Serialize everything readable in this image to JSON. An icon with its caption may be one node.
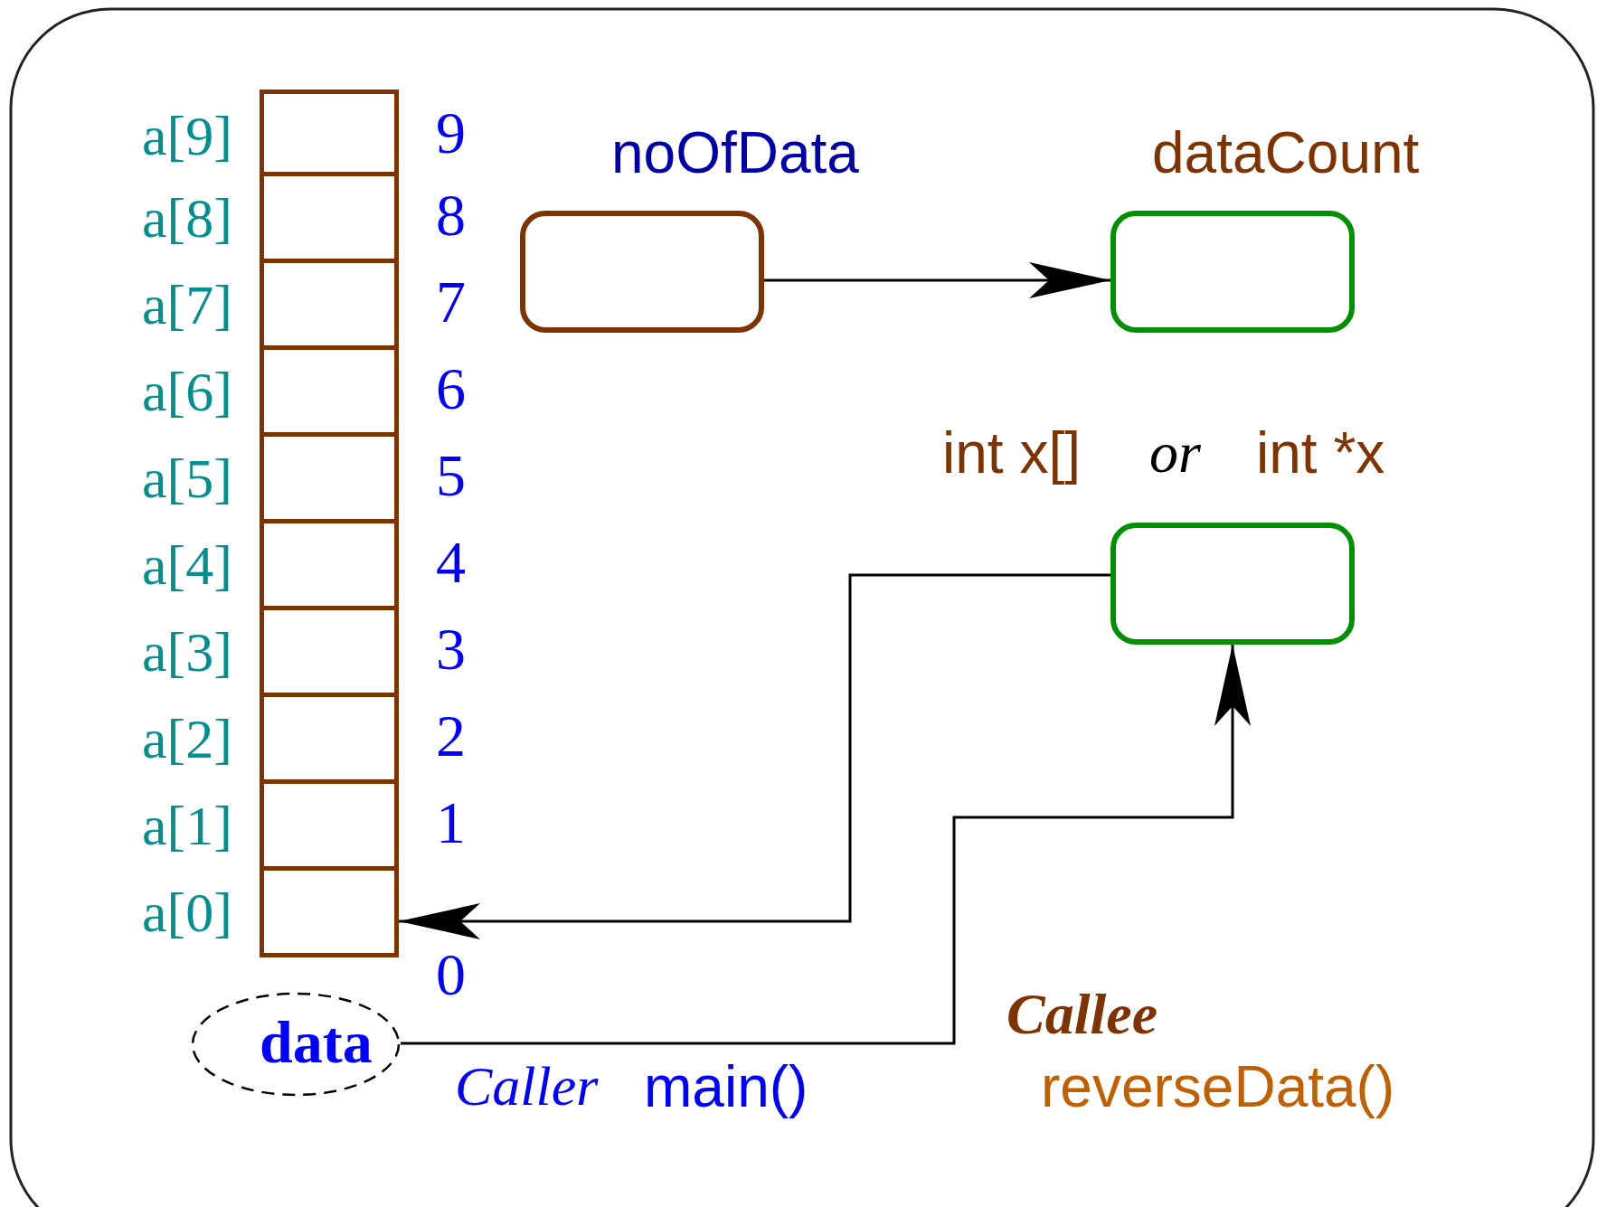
{
  "diagram": {
    "nodes": [
      {
        "text": [],
        "shape": "box",
        "beside": [
          "a[9]",
          "9"
        ]
      },
      {
        "text": [],
        "shape": "box",
        "beside": [
          "a[8]",
          "8"
        ]
      },
      {
        "text": [],
        "shape": "box",
        "beside": [
          "a[7]",
          "7"
        ]
      },
      {
        "text": [],
        "shape": "box",
        "beside": [
          "a[6]",
          "6"
        ]
      },
      {
        "text": [],
        "shape": "box",
        "beside": [
          "a[5]",
          "5"
        ]
      },
      {
        "text": [],
        "shape": "box",
        "beside": [
          "a[4]",
          "4"
        ]
      },
      {
        "text": [],
        "shape": "box",
        "beside": [
          "a[3]",
          "3"
        ]
      },
      {
        "text": [],
        "shape": "box",
        "beside": [
          "a[2]",
          "2"
        ]
      },
      {
        "text": [],
        "shape": "box",
        "beside": [
          "a[1]",
          "1"
        ]
      },
      {
        "text": [],
        "shape": "box",
        "beside": [
          "a[0]",
          "0"
        ]
      },
      {
        "text": [
          "noOfData"
        ]
      },
      {
        "text": [
          "dataCount"
        ]
      },
      {
        "text": [
          "int x[]",
          "or",
          "int *x"
        ]
      },
      {
        "text": [
          "data"
        ]
      }
    ],
    "edges": [
      {
        "from": 10,
        "to": 11,
        "arrow": "to"
      },
      {
        "from": 12,
        "to": 9,
        "arrow": "to"
      },
      {
        "from": 13,
        "to": 12,
        "arrow": "to"
      }
    ],
    "labels": [
      "Caller",
      "main()",
      "Callee",
      "reverseData()"
    ]
  }
}
